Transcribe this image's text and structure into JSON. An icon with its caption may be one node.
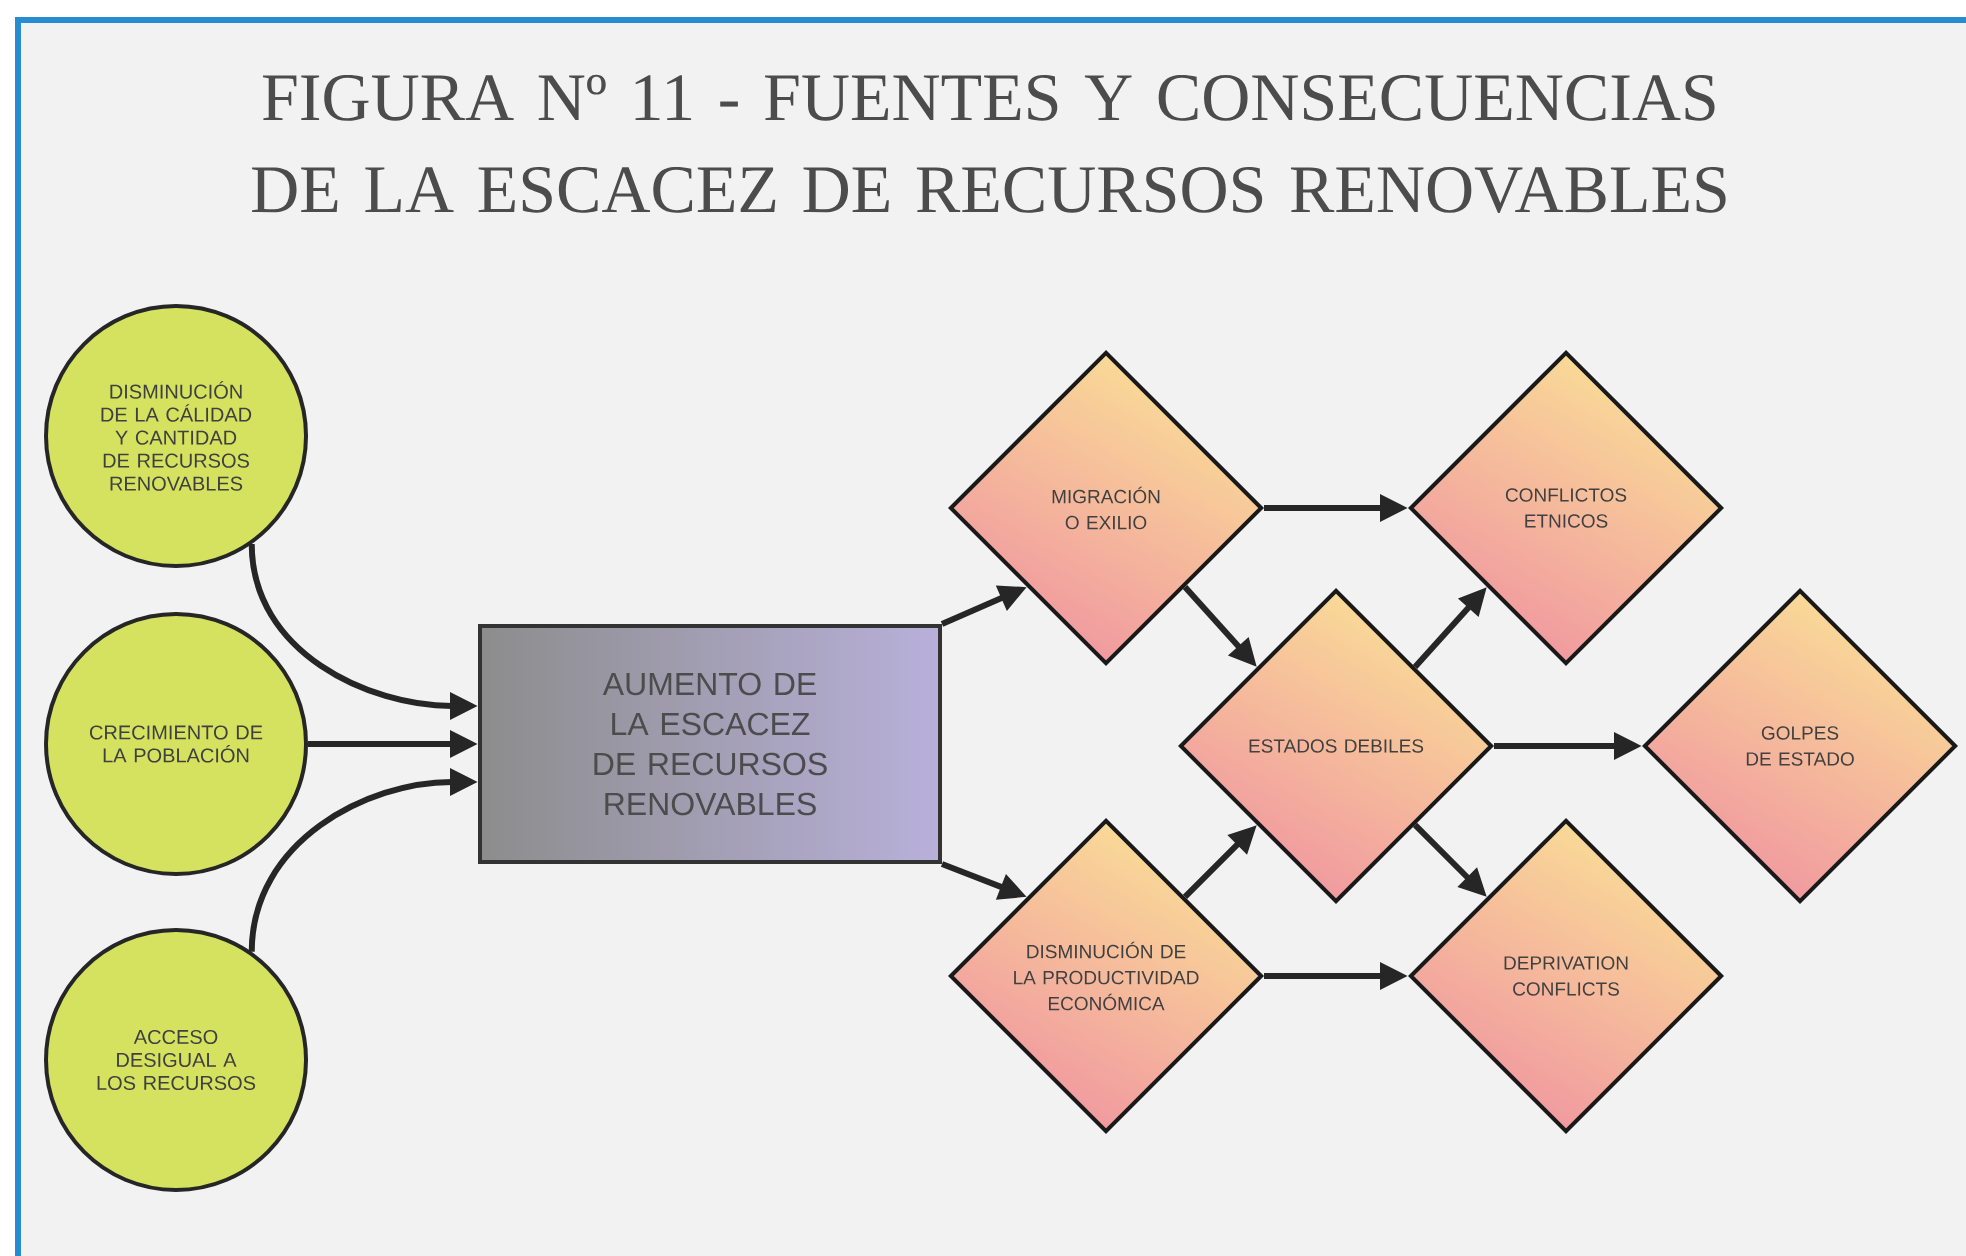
{
  "diagram": {
    "title": "FIGURA Nº 11 - FUENTES Y CONSECUENCIAS DE LA ESCACEZ DE RECURSOS RENOVABLES",
    "nodes": [
      {
        "text": [
          "DISMINUCIÓN DE LA CÁLIDAD Y CANTIDAD DE RECURSOS RENOVABLES"
        ]
      },
      {
        "text": [
          "CRECIMIENTO DE LA POBLACIÓN"
        ]
      },
      {
        "text": [
          "ACCESO DESIGUAL A LOS RECURSOS"
        ]
      },
      {
        "text": [
          "AUMENTO DE LA ESCACEZ DE RECURSOS RENOVABLES"
        ]
      },
      {
        "text": [
          "MIGRACIÓN O EXILIO"
        ]
      },
      {
        "text": [
          "CONFLICTOS ETNICOS"
        ]
      },
      {
        "text": [
          "ESTADOS DEBILES"
        ]
      },
      {
        "text": [
          "GOLPES DE ESTADO"
        ]
      },
      {
        "text": [
          "DISMINUCIÓN DE LA PRODUCTIVIDAD ECONÓMICA"
        ]
      },
      {
        "text": [
          "DEPRIVATION CONFLICTS"
        ]
      }
    ],
    "edges": [
      {
        "from": 0,
        "to": 3,
        "arrow": "to"
      },
      {
        "from": 1,
        "to": 3,
        "arrow": "to"
      },
      {
        "from": 2,
        "to": 3,
        "arrow": "to"
      },
      {
        "from": 3,
        "to": 4,
        "arrow": "to"
      },
      {
        "from": 3,
        "to": 8,
        "arrow": "to"
      },
      {
        "from": 4,
        "to": 5,
        "arrow": "to"
      },
      {
        "from": 4,
        "to": 6,
        "arrow": "to"
      },
      {
        "from": 8,
        "to": 6,
        "arrow": "to"
      },
      {
        "from": 6,
        "to": 5,
        "arrow": "to"
      },
      {
        "from": 6,
        "to": 7,
        "arrow": "to"
      },
      {
        "from": 6,
        "to": 9,
        "arrow": "to"
      },
      {
        "from": 8,
        "to": 9,
        "arrow": "to"
      }
    ]
  }
}
